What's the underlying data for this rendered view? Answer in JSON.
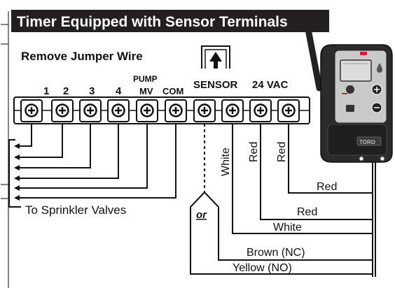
{
  "title": "Timer Equipped with Sensor Terminals",
  "section_label": "Remove Jumper Wire",
  "terminals": [
    {
      "top": "",
      "label": "1"
    },
    {
      "top": "",
      "label": "2"
    },
    {
      "top": "",
      "label": "3"
    },
    {
      "top": "",
      "label": "4"
    },
    {
      "top": "PUMP",
      "label": "MV"
    },
    {
      "top": "",
      "label": "COM"
    },
    {
      "top": "",
      "label": "SENSOR"
    },
    {
      "top": "",
      "label": ""
    },
    {
      "top": "",
      "label": "24 VAC"
    },
    {
      "top": "",
      "label": ""
    }
  ],
  "valves_label": "To Sprinkler Valves",
  "or_label": "or",
  "terminal_wire_labels": [
    "White",
    "Red",
    "Red"
  ],
  "sensor_wires": [
    {
      "label": "Red"
    },
    {
      "label": "Red"
    },
    {
      "label": "White"
    },
    {
      "label": "Brown (NC)"
    },
    {
      "label": "Yellow (NO)"
    }
  ],
  "controller_brand": "TORO",
  "colors": {
    "title_bg": "#231f20",
    "controller_body": "#2b2b2b",
    "screen": "#dcdcdc",
    "brand_red": "#d6202a"
  }
}
